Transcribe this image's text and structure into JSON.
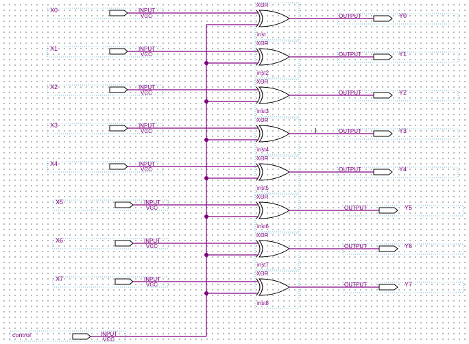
{
  "schematic": {
    "inputs": [
      {
        "name": "X0",
        "label": "INPUT",
        "sub": "VCC"
      },
      {
        "name": "X1",
        "label": "INPUT",
        "sub": "VCC"
      },
      {
        "name": "X2",
        "label": "INPUT",
        "sub": "VCC"
      },
      {
        "name": "X3",
        "label": "INPUT",
        "sub": "VCC"
      },
      {
        "name": "X4",
        "label": "INPUT",
        "sub": "VCC"
      },
      {
        "name": "X5",
        "label": "INPUT",
        "sub": "VCC"
      },
      {
        "name": "X6",
        "label": "INPUT",
        "sub": "VCC"
      },
      {
        "name": "X7",
        "label": "INPUT",
        "sub": "VCC"
      }
    ],
    "control": {
      "name": "control",
      "label": "INPUT",
      "sub": "VCC"
    },
    "gates": [
      {
        "type": "XOR",
        "inst": "inst"
      },
      {
        "type": "XOR",
        "inst": "inst2"
      },
      {
        "type": "XOR",
        "inst": "inst3"
      },
      {
        "type": "XOR",
        "inst": "inst4"
      },
      {
        "type": "XOR",
        "inst": "inst5"
      },
      {
        "type": "XOR",
        "inst": "inst6"
      },
      {
        "type": "XOR",
        "inst": "inst7"
      },
      {
        "type": "XOR",
        "inst": "inst8"
      }
    ],
    "outputs": [
      {
        "name": "Y0",
        "label": "OUTPUT"
      },
      {
        "name": "Y1",
        "label": "OUTPUT"
      },
      {
        "name": "Y2",
        "label": "OUTPUT"
      },
      {
        "name": "Y3",
        "label": "OUTPUT"
      },
      {
        "name": "Y4",
        "label": "OUTPUT"
      },
      {
        "name": "Y5",
        "label": "OUTPUT"
      },
      {
        "name": "Y6",
        "label": "OUTPUT"
      },
      {
        "name": "Y7",
        "label": "OUTPUT"
      }
    ],
    "colors": {
      "wire": "#800080",
      "symbol": "#000000",
      "box": "#4aa8c8",
      "grid": "#5a5a5a"
    }
  }
}
